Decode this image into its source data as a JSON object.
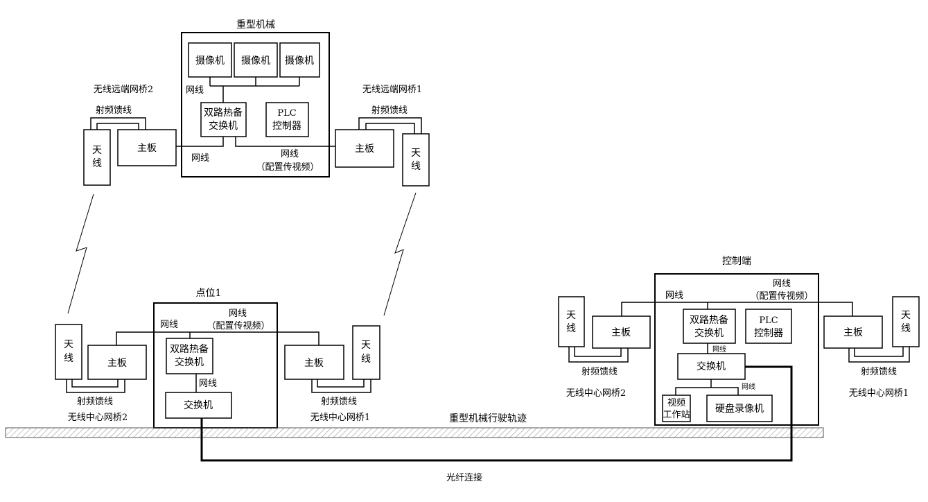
{
  "machine": {
    "title": "重型机械",
    "camera": "摄像机",
    "net": "网线",
    "dual_switch": [
      "双路热备",
      "交换机"
    ],
    "plc": [
      "PLC",
      "控制器"
    ],
    "net_left": "网线",
    "net_right": [
      "网线",
      "（配置传视频）"
    ]
  },
  "remote_bridge_2": {
    "title": "无线远端网桥2",
    "rf": "射频馈线",
    "antenna": [
      "天",
      "线"
    ],
    "board": "主板"
  },
  "remote_bridge_1": {
    "title": "无线远端网桥1",
    "rf": "射频馈线",
    "antenna": [
      "天",
      "线"
    ],
    "board": "主板"
  },
  "site1": {
    "title": "点位1",
    "net_left": "网线",
    "net_right": [
      "网线",
      "（配置传视频）"
    ],
    "dual_switch": [
      "双路热备",
      "交换机"
    ],
    "net_mid": "网线",
    "switch": "交换机",
    "left_bridge": {
      "antenna": [
        "天",
        "线"
      ],
      "board": "主板",
      "rf": "射频馈线",
      "title": "无线中心网桥2"
    },
    "right_bridge": {
      "antenna": [
        "天",
        "线"
      ],
      "board": "主板",
      "rf": "射频馈线",
      "title": "无线中心网桥1"
    }
  },
  "control": {
    "title": "控制端",
    "net_left": "网线",
    "net_right": [
      "网线",
      "（配置传视频）"
    ],
    "dual_switch": [
      "双路热备",
      "交换机"
    ],
    "plc": [
      "PLC",
      "控制器"
    ],
    "net_small_1": "网线",
    "switch": "交换机",
    "net_small_2": "网线",
    "workstation": [
      "视频",
      "工作站"
    ],
    "nvr": "硬盘录像机",
    "left_bridge": {
      "antenna": [
        "天",
        "线"
      ],
      "board": "主板",
      "rf": "射频馈线",
      "title": "无线中心网桥2"
    },
    "right_bridge": {
      "antenna": [
        "天",
        "线"
      ],
      "board": "主板",
      "rf": "射频馈线",
      "title": "无线中心网桥1"
    }
  },
  "track": "重型机械行驶轨迹",
  "fiber": "光纤连接"
}
